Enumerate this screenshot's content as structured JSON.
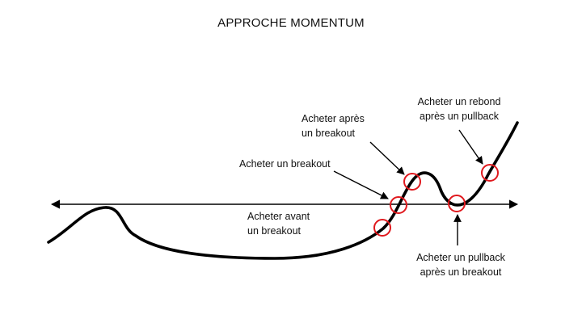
{
  "title": "APPROCHE MOMENTUM",
  "colors": {
    "line": "#000000",
    "marker": "#e0191e",
    "background": "#ffffff"
  },
  "labels": {
    "buy_before": [
      "Acheter avant",
      "un breakout"
    ],
    "buy_breakout": [
      "Acheter un breakout"
    ],
    "buy_after": [
      "Acheter après",
      "un breakout"
    ],
    "buy_rebound": [
      "Acheter un rebond",
      "après un pullback"
    ],
    "buy_pullback": [
      "Acheter un pullback",
      "après un breakout"
    ]
  }
}
